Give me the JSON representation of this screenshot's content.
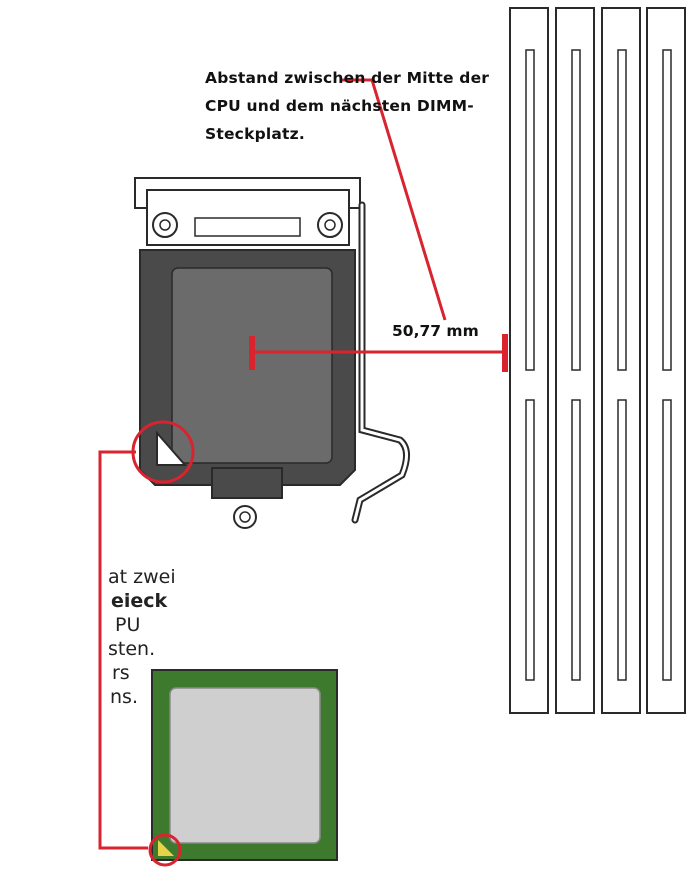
{
  "callout": {
    "lines": [
      "Abstand zwischen der Mitte der",
      "CPU und dem nächsten DIMM-",
      "Steckplatz."
    ]
  },
  "measurement": {
    "label": "50,77 mm"
  },
  "side_text": {
    "lines": [
      "at zwei",
      "eieck",
      "PU",
      "sten.",
      "rs",
      "ns."
    ]
  },
  "colors": {
    "accent": "#d9232e",
    "outline": "#2a2a2a",
    "socket_body": "#4a4a4a",
    "socket_plate": "#6b6b6b",
    "cpu_pcb": "#3d7a2e",
    "cpu_ihs": "#cfcfcf",
    "dimm_fill": "#ffffff"
  },
  "icons": {
    "socket": "cpu-socket-icon",
    "cpu": "cpu-chip-icon",
    "dimm": "dimm-slot-icon",
    "orientation": "triangle-marker-icon"
  }
}
